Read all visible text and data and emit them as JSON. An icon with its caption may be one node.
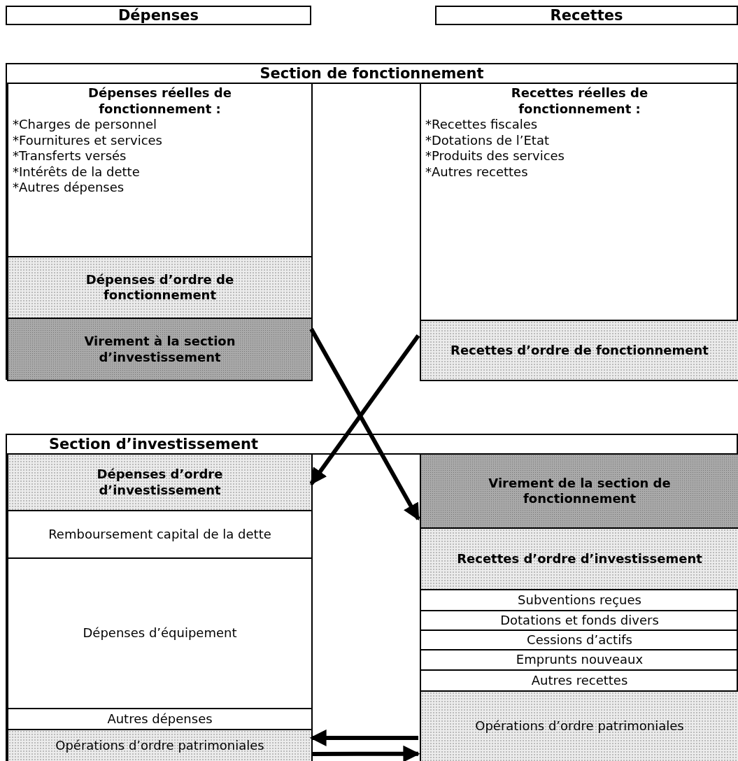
{
  "diagram": {
    "nodes": [
      {
        "text": [
          "Dépenses"
        ]
      },
      {
        "text": [
          "Recettes"
        ]
      },
      {
        "text": [
          "Section de fonctionnement"
        ]
      },
      {
        "text": [
          "Dépenses réelles de fonctionnement :",
          "*Charges de personnel",
          "*Fournitures et services",
          "*Transferts versés",
          "*Intérêts de la dette",
          "*Autres dépenses"
        ],
        "in": 2
      },
      {
        "text": [
          "Dépenses d’ordre de fonctionnement"
        ],
        "in": 2
      },
      {
        "text": [
          "Virement à la section d’investissement"
        ],
        "in": 2
      },
      {
        "text": [
          "Recettes réelles de fonctionnement :",
          "*Recettes fiscales",
          "*Dotations de l’Etat",
          "*Produits des services",
          "*Autres recettes"
        ],
        "in": 2
      },
      {
        "text": [
          "Recettes d’ordre de fonctionnement"
        ],
        "in": 2
      },
      {
        "text": [
          "Section d’investissement"
        ]
      },
      {
        "text": [
          "Dépenses d’ordre d’investissement"
        ],
        "in": 8
      },
      {
        "text": [
          "Remboursement capital de la dette"
        ],
        "in": 8
      },
      {
        "text": [
          "Dépenses d’équipement"
        ],
        "in": 8
      },
      {
        "text": [
          "Autres dépenses"
        ],
        "in": 8
      },
      {
        "text": [
          "Opérations d’ordre patrimoniales"
        ],
        "in": 8
      },
      {
        "text": [
          "Virement de la section de fonctionnement"
        ],
        "in": 8
      },
      {
        "text": [
          "Recettes d’ordre d’investissement"
        ],
        "in": 8
      },
      {
        "text": [
          "Subventions reçues"
        ],
        "in": 8
      },
      {
        "text": [
          "Dotations et fonds divers"
        ],
        "in": 8
      },
      {
        "text": [
          "Cessions d’actifs"
        ],
        "in": 8
      },
      {
        "text": [
          "Emprunts nouveaux"
        ],
        "in": 8
      },
      {
        "text": [
          "Autres recettes"
        ],
        "in": 8
      },
      {
        "text": [
          "Opérations d’ordre patrimoniales"
        ],
        "in": 8
      }
    ],
    "edges": [
      {
        "from": 5,
        "to": 14,
        "arrow": "to"
      },
      {
        "from": 7,
        "to": 9,
        "arrow": "to"
      },
      {
        "from": 21,
        "to": 13,
        "arrow": "to"
      },
      {
        "from": 13,
        "to": 21,
        "arrow": "to"
      }
    ]
  }
}
